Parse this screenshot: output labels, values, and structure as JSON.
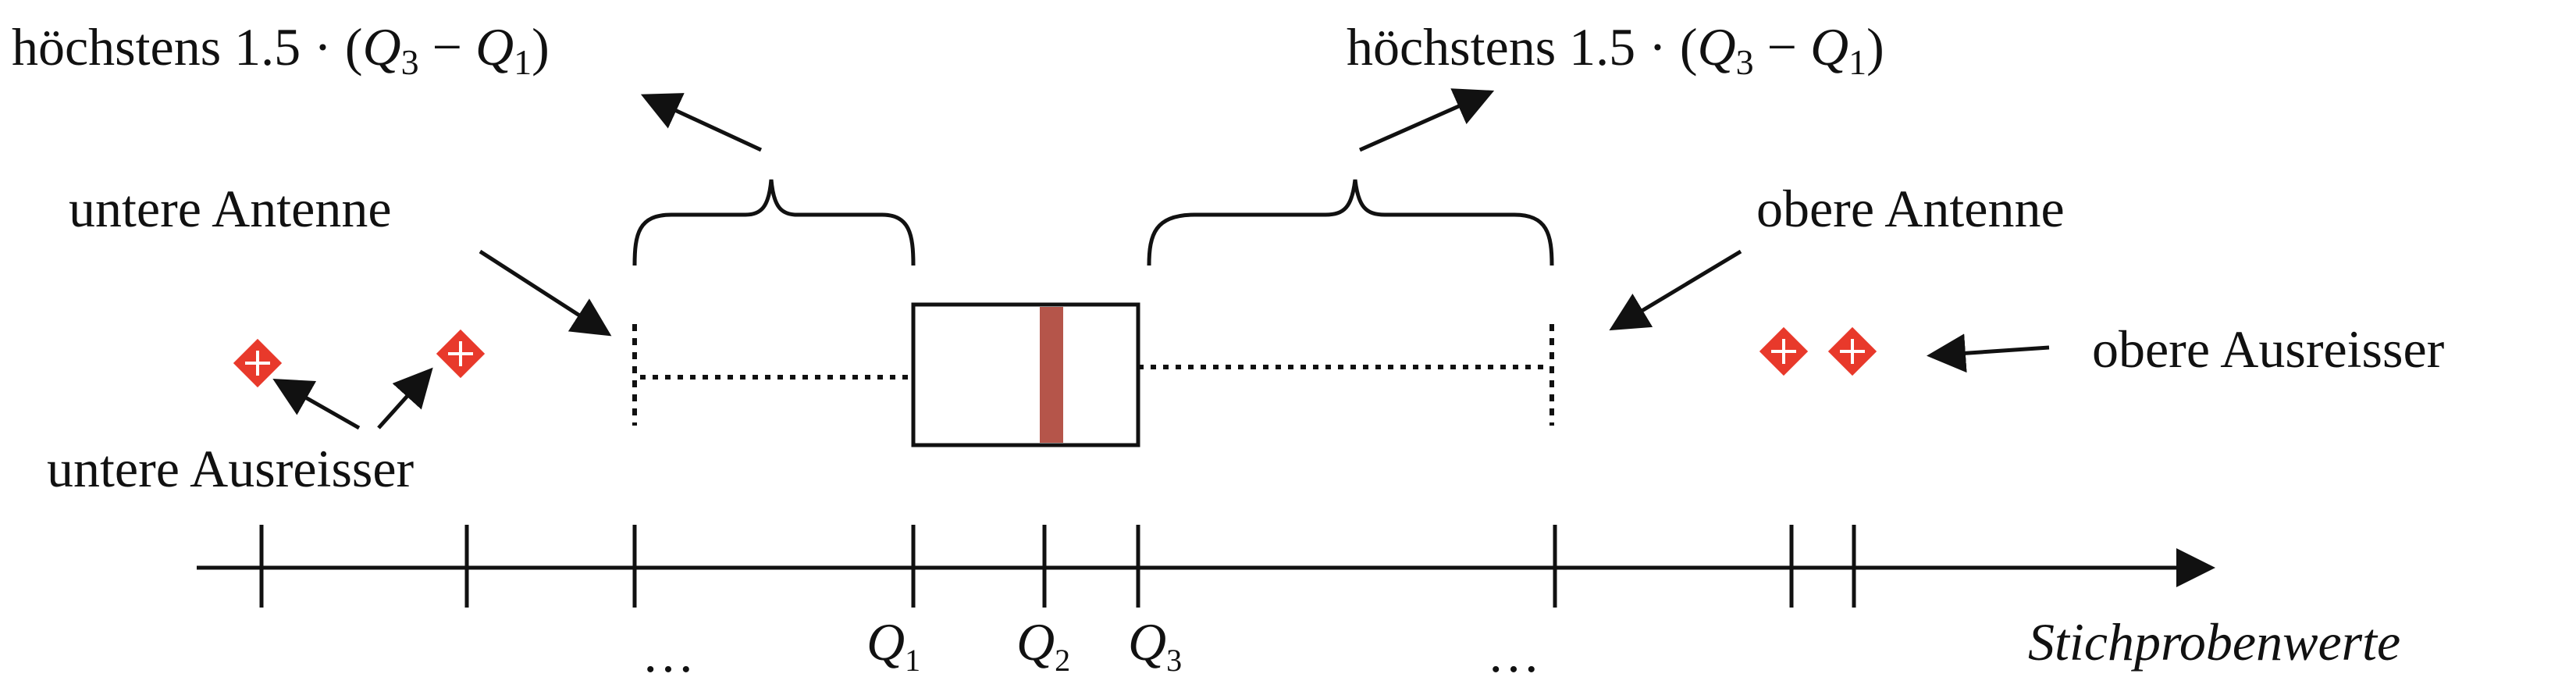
{
  "labels": {
    "lower_whisker": "untere Antenne",
    "upper_whisker": "obere Antenne",
    "lower_outliers": "untere Ausreisser",
    "upper_outliers": "obere Ausreisser",
    "axis_label": "Stichprobenwerte",
    "ellipsis_left": "…",
    "ellipsis_right": "…"
  },
  "formula": {
    "prefix": "höchstens 1.5 · (",
    "q3": "Q",
    "q3_sub": "3",
    "minus": " − ",
    "q1": "Q",
    "q1_sub": "1",
    "suffix": ")"
  },
  "quartiles": {
    "q1": {
      "letter": "Q",
      "sub": "1"
    },
    "q2": {
      "letter": "Q",
      "sub": "2"
    },
    "q3": {
      "letter": "Q",
      "sub": "3"
    }
  },
  "colors": {
    "outlier": "#e8392b",
    "median": "#b5554a",
    "stroke": "#111111"
  }
}
